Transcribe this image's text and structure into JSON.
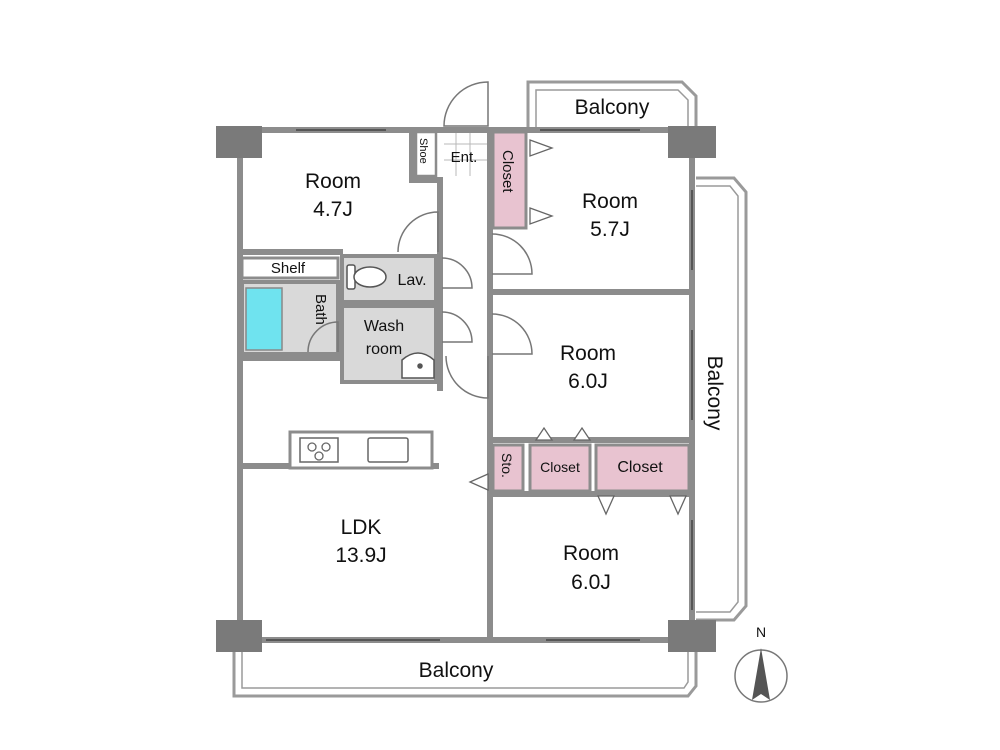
{
  "rooms": {
    "room_nw": {
      "name": "Room",
      "size": "4.7J"
    },
    "room_ne": {
      "name": "Room",
      "size": "5.7J"
    },
    "room_e": {
      "name": "Room",
      "size": "6.0J"
    },
    "room_se": {
      "name": "Room",
      "size": "6.0J"
    },
    "ldk": {
      "name": "LDK",
      "size": "13.9J"
    }
  },
  "labels": {
    "shoe": "Shoe",
    "entrance": "Ent.",
    "closet_entry": "Closet",
    "shelf": "Shelf",
    "lavatory": "Lav.",
    "bath": "Bath",
    "wash_line1": "Wash",
    "wash_line2": "room",
    "storage": "Sto.",
    "closet_small": "Closet",
    "closet_large": "Closet",
    "balcony_top": "Balcony",
    "balcony_east": "Balcony",
    "balcony_south": "Balcony",
    "north": "N"
  },
  "colors": {
    "wall": "#8c8c8c",
    "pillar": "#7a7a7a",
    "closet": "#e8c3d0",
    "wet_area": "#d9d9d9",
    "bathtub": "#6fe3ef"
  }
}
